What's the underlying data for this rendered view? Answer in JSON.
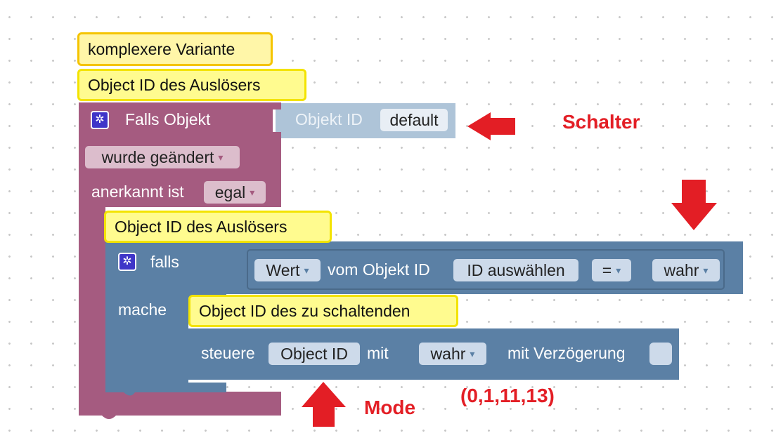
{
  "colors": {
    "event_block": "#a55b80",
    "event_field": "#dcbdcc",
    "logic_block": "#5b80a5",
    "logic_field": "#cddaea",
    "ghost_block": "#aec4d8",
    "ghost_field": "#e8eef5",
    "comment_bg": "#fffb8f",
    "comment_border": "#f3e300",
    "annotation": "#e31e25"
  },
  "comments": {
    "top": "komplexere Variante",
    "trigger": "Object ID des Auslösers",
    "inner_trigger": "Object ID des Auslösers",
    "target": "Object ID des zu schaltenden"
  },
  "event_block": {
    "icon": "gear-icon",
    "title": "Falls Objekt",
    "changed_dropdown": "wurde geändert",
    "ack_label": "anerkannt ist",
    "ack_dropdown": "egal"
  },
  "object_id_block": {
    "label": "Objekt ID",
    "value": "default"
  },
  "if_block": {
    "icon": "gear-icon",
    "if_label": "falls",
    "do_label": "mache"
  },
  "condition": {
    "value_dropdown": "Wert",
    "from_label": "vom Objekt ID",
    "id_select": "ID auswählen",
    "operator": "=",
    "compare_value": "wahr"
  },
  "control_block": {
    "label": "steuere",
    "object_field": "Object ID",
    "with_label": "mit",
    "value_dropdown": "wahr",
    "delay_label": "mit Verzögerung",
    "delay_checked": false
  },
  "annotations": {
    "switch": "Schalter",
    "mode": "Mode",
    "mode_values": "(0,1,11,13)"
  },
  "dropdown_arrow": "▾"
}
